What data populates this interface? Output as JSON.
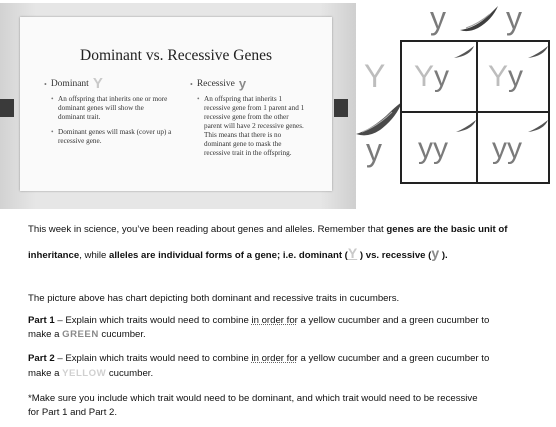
{
  "slide": {
    "title": "Dominant vs. Recessive Genes",
    "dominant": {
      "heading": "Dominant",
      "letter": "Y",
      "points": [
        "An offspring that inherits one or more dominant genes will show the dominant trait.",
        "Dominant genes will mask (cover up) a recessive gene."
      ]
    },
    "recessive": {
      "heading": "Recessive",
      "letter": "y",
      "points": [
        "An offspring that inherits 1 recessive gene from 1 parent and 1 recessive gene from the other parent will have 2 recessive genes. This means that there is no dominant gene to mask the recessive trait in the offspring."
      ]
    }
  },
  "punnett": {
    "top_alleles": [
      "y",
      "y"
    ],
    "side_alleles": [
      "Y",
      "y"
    ],
    "cells": [
      {
        "first": "Y",
        "second": "y"
      },
      {
        "first": "Y",
        "second": "y"
      },
      {
        "first": "y",
        "second": "y"
      },
      {
        "first": "y",
        "second": "y"
      }
    ]
  },
  "text": {
    "intro_line1_a": "This week in science, you’ve been reading about genes and alleles.  Remember that ",
    "intro_line1_b": "genes are the basic unit of",
    "intro_line2_a": "inheritance",
    "intro_line2_b": ", while ",
    "intro_line2_c": "alleles are individual forms of a gene; i.e. dominant (",
    "intro_dominant_letter": "Y",
    "intro_line2_d": " ) vs. recessive (",
    "intro_recessive_letter": "y",
    "intro_line2_e": " ).",
    "picture_line": "The picture above has chart depicting both dominant and recessive traits in cucumbers.",
    "part1_label": "Part 1",
    "part1_a": " – Explain which traits would need to combine ",
    "part1_underlined": "in order for",
    "part1_b": " a yellow cucumber and a green cucumber to",
    "part1_line2_a": "make a ",
    "part1_color_word": "GREEN",
    "part1_line2_b": " cucumber.",
    "part2_label": "Part 2",
    "part2_a": " – Explain which traits would need to combine ",
    "part2_underlined": "in order for",
    "part2_b": " a yellow cucumber and a green cucumber to",
    "part2_line2_a": "make a ",
    "part2_color_word": "YELLOW",
    "part2_line2_b": " cucumber.",
    "note_line1": "*Make sure you include which trait would need to be dominant, and which trait would need to be recessive",
    "note_line2": "for Part 1 and Part 2."
  }
}
